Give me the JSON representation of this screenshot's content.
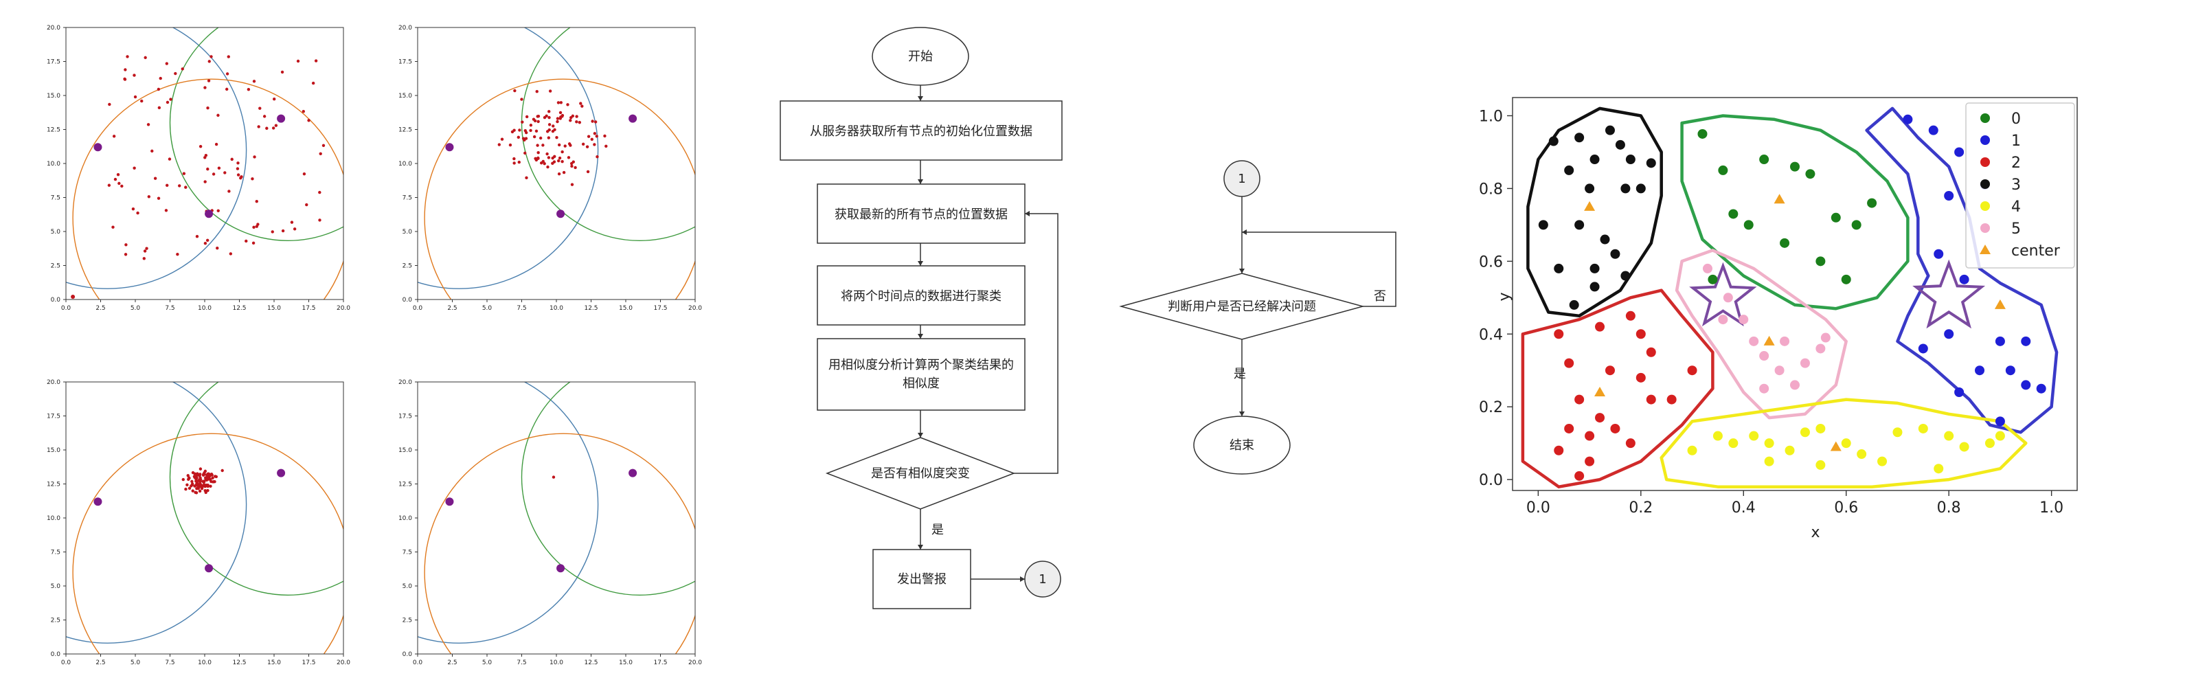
{
  "panels_ticks": {
    "x": [
      "0.0",
      "2.5",
      "5.0",
      "7.5",
      "10.0",
      "12.5",
      "15.0",
      "17.5",
      "20.0"
    ],
    "y": [
      "0.0",
      "2.5",
      "5.0",
      "7.5",
      "10.0",
      "12.5",
      "15.0",
      "17.5",
      "20.0"
    ]
  },
  "flowchart": {
    "start": "开始",
    "step1": "从服务器获取所有节点的初始化位置数据",
    "step2": "获取最新的所有节点的位置数据",
    "step3": "将两个时间点的数据进行聚类",
    "step4_line1": "用相似度分析计算两个聚类结果的",
    "step4_line2": "相似度",
    "decision": "是否有相似度突变",
    "yes": "是",
    "alarm": "发出警报",
    "connector": "1"
  },
  "flowchart2": {
    "connector": "1",
    "decision": "判断用户是否已经解决问题",
    "no": "否",
    "yes": "是",
    "end": "结束"
  },
  "cluster_plot": {
    "xlabel": "x",
    "ylabel": "y",
    "xticks": [
      "0.0",
      "0.2",
      "0.4",
      "0.6",
      "0.8",
      "1.0"
    ],
    "yticks": [
      "0.0",
      "0.2",
      "0.4",
      "0.6",
      "0.8",
      "1.0"
    ],
    "legend": [
      {
        "label": "0",
        "color": "#1a7f1a",
        "marker": "circle"
      },
      {
        "label": "1",
        "color": "#1f1fd6",
        "marker": "circle"
      },
      {
        "label": "2",
        "color": "#d61f1f",
        "marker": "circle"
      },
      {
        "label": "3",
        "color": "#111111",
        "marker": "circle"
      },
      {
        "label": "4",
        "color": "#f2f21a",
        "marker": "circle"
      },
      {
        "label": "5",
        "color": "#f2a8c8",
        "marker": "circle"
      },
      {
        "label": "center",
        "color": "#f0a020",
        "marker": "triangle"
      }
    ]
  },
  "chart_data": [
    {
      "type": "scatter",
      "title": "",
      "xlim": [
        0,
        20
      ],
      "ylim": [
        0,
        20
      ],
      "series": [
        {
          "values": "random scatter spread across panel"
        }
      ]
    },
    {
      "type": "scatter",
      "title": "",
      "xlim": [
        0,
        20
      ],
      "ylim": [
        0,
        20
      ],
      "series": [
        {
          "values": "scatter concentrated near (10,12)"
        }
      ]
    },
    {
      "type": "scatter",
      "title": "",
      "xlim": [
        0,
        20
      ],
      "ylim": [
        0,
        20
      ],
      "series": [
        {
          "values": "tight cluster near (10,13)"
        }
      ]
    },
    {
      "type": "scatter",
      "title": "",
      "xlim": [
        0,
        20
      ],
      "ylim": [
        0,
        20
      ],
      "series": [
        {
          "values": "point near (10,13)"
        }
      ]
    },
    {
      "type": "scatter",
      "xlabel": "x",
      "ylabel": "y",
      "xlim": [
        -0.05,
        1.05
      ],
      "ylim": [
        -0.03,
        1.05
      ],
      "series": [
        {
          "name": "0",
          "values": [
            [
              0.32,
              0.95
            ],
            [
              0.36,
              0.85
            ],
            [
              0.44,
              0.88
            ],
            [
              0.5,
              0.86
            ],
            [
              0.53,
              0.84
            ],
            [
              0.58,
              0.72
            ],
            [
              0.62,
              0.7
            ],
            [
              0.65,
              0.76
            ],
            [
              0.48,
              0.65
            ],
            [
              0.38,
              0.73
            ],
            [
              0.41,
              0.7
            ],
            [
              0.55,
              0.6
            ],
            [
              0.6,
              0.55
            ],
            [
              0.34,
              0.55
            ]
          ]
        },
        {
          "name": "1",
          "values": [
            [
              0.72,
              0.99
            ],
            [
              0.77,
              0.96
            ],
            [
              0.82,
              0.9
            ],
            [
              0.8,
              0.78
            ],
            [
              0.87,
              0.81
            ],
            [
              0.78,
              0.62
            ],
            [
              0.83,
              0.55
            ],
            [
              0.8,
              0.4
            ],
            [
              0.9,
              0.38
            ],
            [
              0.95,
              0.38
            ],
            [
              0.92,
              0.3
            ],
            [
              0.86,
              0.3
            ],
            [
              0.95,
              0.26
            ],
            [
              0.98,
              0.25
            ],
            [
              0.75,
              0.36
            ],
            [
              0.82,
              0.24
            ],
            [
              0.9,
              0.16
            ]
          ]
        },
        {
          "name": "2",
          "values": [
            [
              0.04,
              0.4
            ],
            [
              0.12,
              0.42
            ],
            [
              0.18,
              0.45
            ],
            [
              0.2,
              0.4
            ],
            [
              0.06,
              0.32
            ],
            [
              0.14,
              0.3
            ],
            [
              0.2,
              0.28
            ],
            [
              0.22,
              0.22
            ],
            [
              0.08,
              0.22
            ],
            [
              0.12,
              0.17
            ],
            [
              0.06,
              0.14
            ],
            [
              0.1,
              0.12
            ],
            [
              0.15,
              0.14
            ],
            [
              0.18,
              0.1
            ],
            [
              0.1,
              0.05
            ],
            [
              0.04,
              0.08
            ],
            [
              0.08,
              0.01
            ],
            [
              0.22,
              0.35
            ],
            [
              0.26,
              0.22
            ],
            [
              0.3,
              0.3
            ]
          ]
        },
        {
          "name": "3",
          "values": [
            [
              0.03,
              0.93
            ],
            [
              0.08,
              0.94
            ],
            [
              0.14,
              0.96
            ],
            [
              0.16,
              0.92
            ],
            [
              0.18,
              0.88
            ],
            [
              0.22,
              0.87
            ],
            [
              0.11,
              0.88
            ],
            [
              0.06,
              0.85
            ],
            [
              0.1,
              0.8
            ],
            [
              0.17,
              0.8
            ],
            [
              0.2,
              0.8
            ],
            [
              0.01,
              0.7
            ],
            [
              0.08,
              0.7
            ],
            [
              0.13,
              0.66
            ],
            [
              0.04,
              0.58
            ],
            [
              0.11,
              0.58
            ],
            [
              0.15,
              0.62
            ],
            [
              0.07,
              0.48
            ],
            [
              0.11,
              0.53
            ],
            [
              0.17,
              0.56
            ]
          ]
        },
        {
          "name": "4",
          "values": [
            [
              0.3,
              0.08
            ],
            [
              0.35,
              0.12
            ],
            [
              0.38,
              0.1
            ],
            [
              0.42,
              0.12
            ],
            [
              0.45,
              0.1
            ],
            [
              0.49,
              0.08
            ],
            [
              0.52,
              0.13
            ],
            [
              0.55,
              0.14
            ],
            [
              0.6,
              0.1
            ],
            [
              0.63,
              0.07
            ],
            [
              0.67,
              0.05
            ],
            [
              0.7,
              0.13
            ],
            [
              0.75,
              0.14
            ],
            [
              0.8,
              0.12
            ],
            [
              0.83,
              0.09
            ],
            [
              0.88,
              0.1
            ],
            [
              0.9,
              0.12
            ],
            [
              0.45,
              0.05
            ],
            [
              0.55,
              0.04
            ],
            [
              0.78,
              0.03
            ]
          ]
        },
        {
          "name": "5",
          "values": [
            [
              0.33,
              0.58
            ],
            [
              0.37,
              0.5
            ],
            [
              0.4,
              0.44
            ],
            [
              0.42,
              0.38
            ],
            [
              0.44,
              0.34
            ],
            [
              0.47,
              0.3
            ],
            [
              0.5,
              0.26
            ],
            [
              0.52,
              0.32
            ],
            [
              0.55,
              0.36
            ],
            [
              0.56,
              0.39
            ],
            [
              0.44,
              0.25
            ],
            [
              0.36,
              0.44
            ],
            [
              0.48,
              0.38
            ]
          ]
        },
        {
          "name": "center",
          "values": [
            [
              0.1,
              0.75
            ],
            [
              0.47,
              0.77
            ],
            [
              0.45,
              0.38
            ],
            [
              0.12,
              0.24
            ],
            [
              0.58,
              0.09
            ],
            [
              0.9,
              0.48
            ]
          ]
        }
      ]
    }
  ]
}
